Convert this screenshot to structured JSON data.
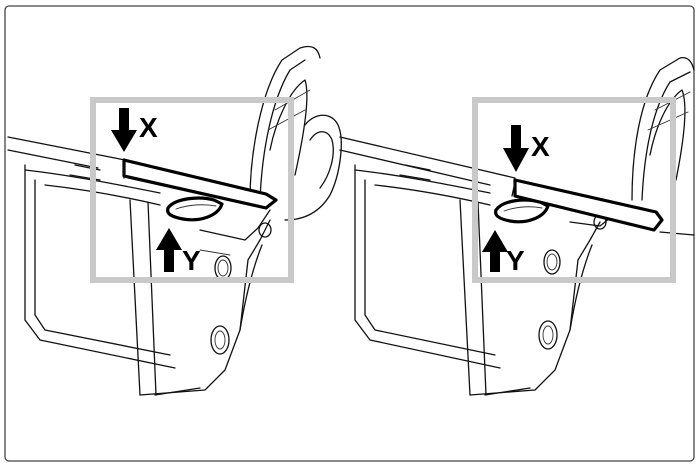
{
  "panels": [
    {
      "id": "left",
      "label_x": "X",
      "label_y": "Y"
    },
    {
      "id": "right",
      "label_x": "X",
      "label_y": "Y"
    }
  ],
  "colors": {
    "highlight_box": "#c9c9c9",
    "stroke": "#000000",
    "border": "#444444"
  }
}
